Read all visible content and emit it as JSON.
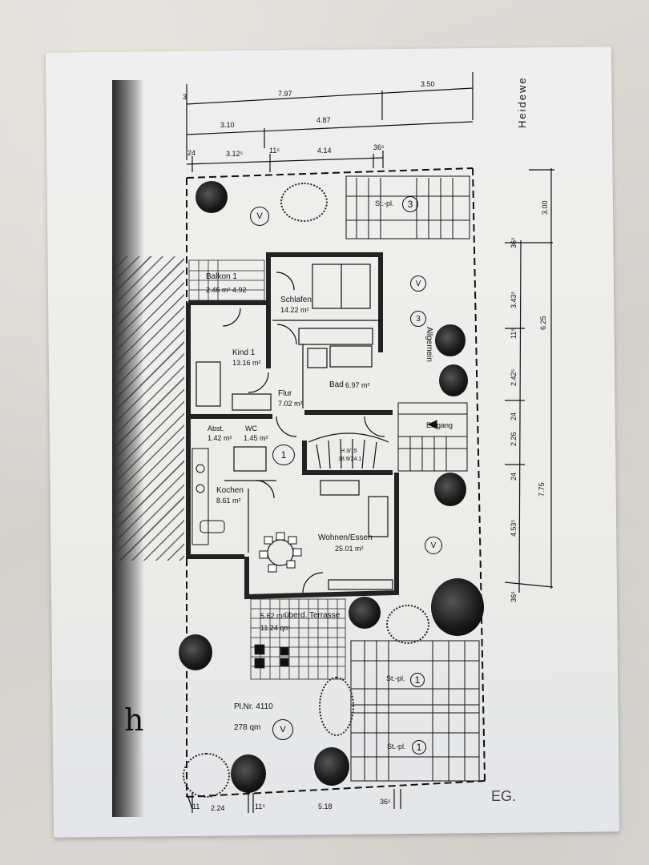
{
  "street_label": "Heidewe",
  "floor_label": "EG.",
  "signature_mark": "h",
  "top_dimensions": {
    "row1": [
      "3",
      "7.97",
      "3.50"
    ],
    "row2": [
      "3.10",
      "4.87"
    ],
    "row3": [
      "24",
      "3.12⁵",
      "11⁵",
      "4.14",
      "36⁵"
    ]
  },
  "right_dimensions": {
    "inner": [
      "36⁵",
      "3.43⁵",
      "11⁵",
      "2.42⁵",
      "24",
      "2.26",
      "24",
      "4.53⁵",
      "36⁵"
    ],
    "outer": [
      "3.00",
      "6.25",
      "7.75"
    ]
  },
  "bottom_dimensions": [
    "11",
    "2.24",
    "11⁵",
    "5.18",
    "36⁵"
  ],
  "rooms": [
    {
      "name": "Balkon 1",
      "area": "2.46 m²  4.92"
    },
    {
      "name": "Schlafen",
      "area": "14.22 m²"
    },
    {
      "name": "Kind 1",
      "area": "13.16 m²"
    },
    {
      "name": "Bad",
      "area": "6.97 m²"
    },
    {
      "name": "Flur",
      "area": "7.02 m²"
    },
    {
      "name": "Abst.",
      "area": "1.42 m²"
    },
    {
      "name": "WC",
      "area": "1.45 m²"
    },
    {
      "name": "Kochen",
      "area": "8.61 m²"
    },
    {
      "name": "Wohnen/Essen",
      "area": "25.01 m²"
    },
    {
      "name": "überd. Terrasse",
      "area": "5.62 m²",
      "extra": "11.24 qm"
    }
  ],
  "stair": {
    "label1": "H 3/15",
    "label2": "18.9/24.1"
  },
  "unit_marker": "1",
  "entrance_label": "Eingang",
  "parking": [
    {
      "label": "St.-pl.",
      "number": "3"
    },
    {
      "label": "St.-pl.",
      "number": "1"
    },
    {
      "label": "St.-pl.",
      "number": "1"
    }
  ],
  "plot": {
    "number": "Pl.Nr. 4110",
    "area": "278 qm"
  },
  "handwritten": {
    "annotation": "Allgemein",
    "marker_a": "V",
    "marker_b": "3",
    "marker_c": "V",
    "marker_d": "V"
  }
}
